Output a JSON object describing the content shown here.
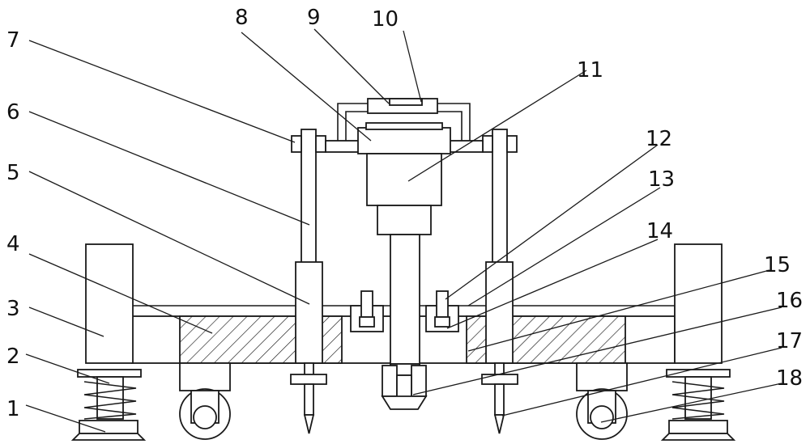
{
  "labels": [
    "1",
    "2",
    "3",
    "4",
    "5",
    "6",
    "7",
    "8",
    "9",
    "10",
    "11",
    "12",
    "13",
    "14",
    "15",
    "16",
    "17",
    "18"
  ],
  "colors": {
    "line": "#1a1a1a",
    "background": "#ffffff"
  }
}
